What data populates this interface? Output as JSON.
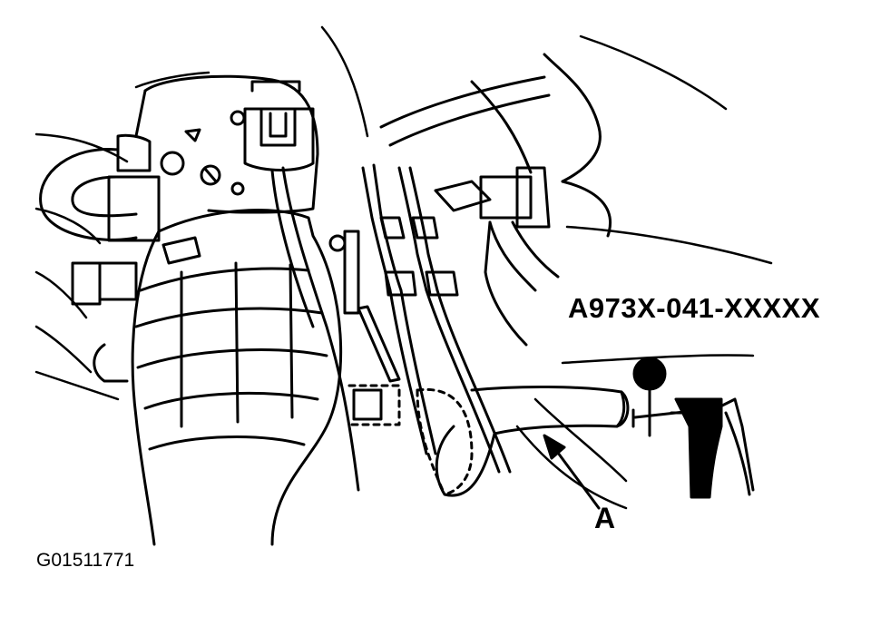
{
  "labels": {
    "tool_part_number": "A973X-041-XXXXX",
    "callout_a": "A",
    "figure_id": "G01511771"
  },
  "colors": {
    "ink": "#000000",
    "background": "#ffffff"
  }
}
